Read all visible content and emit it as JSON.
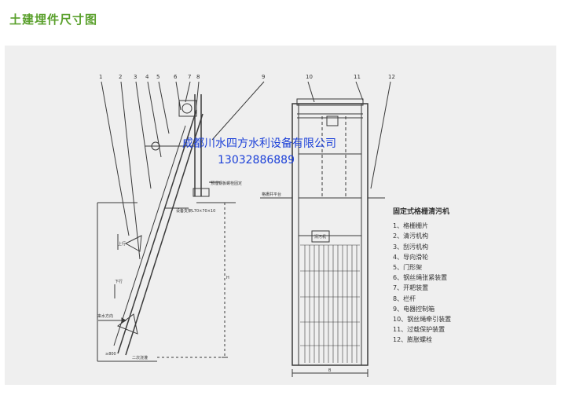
{
  "title": "土建埋件尺寸图",
  "watermark": {
    "company": "成都川水四方水利设备有限公司",
    "phone": "13032886889"
  },
  "left_callouts": [
    "1",
    "2",
    "3",
    "4",
    "5",
    "6",
    "7",
    "8",
    "9"
  ],
  "right_callouts": [
    "10",
    "11",
    "12"
  ],
  "notes": {
    "beam": "预埋钢板螺栓固定",
    "angle": "设备支架L70×70×10",
    "platform": "格栅井平台",
    "up": "上行",
    "down": "下行",
    "flow": "来水方向",
    "bottom_a": "二次浇灌",
    "bottom_b": "≥800",
    "h_mark": "H",
    "b_mark": "B",
    "screen": "清污机"
  },
  "legend": {
    "title": "固定式格栅清污机",
    "items": [
      "1、格栅栅片",
      "2、清污机构",
      "3、刮污机构",
      "4、导向滑轮",
      "5、门形架",
      "6、钢丝绳张紧装置",
      "7、开耙装置",
      "8、栏杆",
      "9、电器控制箱",
      "10、钢丝绳牵引装置",
      "11、过载保护装置",
      "12、膨胀螺栓"
    ]
  },
  "colors": {
    "title": "#5aa02c",
    "watermark": "#1a3fd8",
    "line": "#3a3a3a",
    "panel": "#efefef"
  }
}
